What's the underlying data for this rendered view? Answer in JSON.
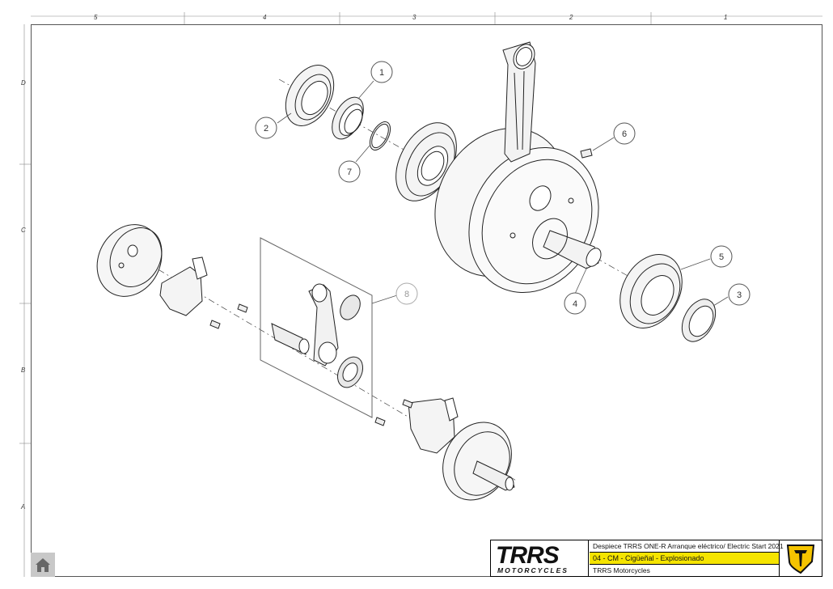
{
  "zones": {
    "columns": [
      "5",
      "4",
      "3",
      "2",
      "1"
    ],
    "rows": [
      "D",
      "C",
      "B",
      "A"
    ]
  },
  "callouts": [
    "1",
    "2",
    "3",
    "4",
    "5",
    "6",
    "7",
    "8"
  ],
  "title_block": {
    "logo_text": "TRRS",
    "logo_subtitle": "MOTORCYCLES",
    "line1": "Despiece TRRS ONE-R  Arranque eléctrico/ Electric Start 2021",
    "line2": "04 - CM - Cigüeñal - Explosionado",
    "line3": "TRRS Motorcycles"
  },
  "colors": {
    "highlight": "#f5e400",
    "logo_accent": "#f5c400",
    "home_button": "#c8c8c8"
  },
  "icons": {
    "home": "home-icon",
    "emblem": "trrs-shield-emblem"
  }
}
